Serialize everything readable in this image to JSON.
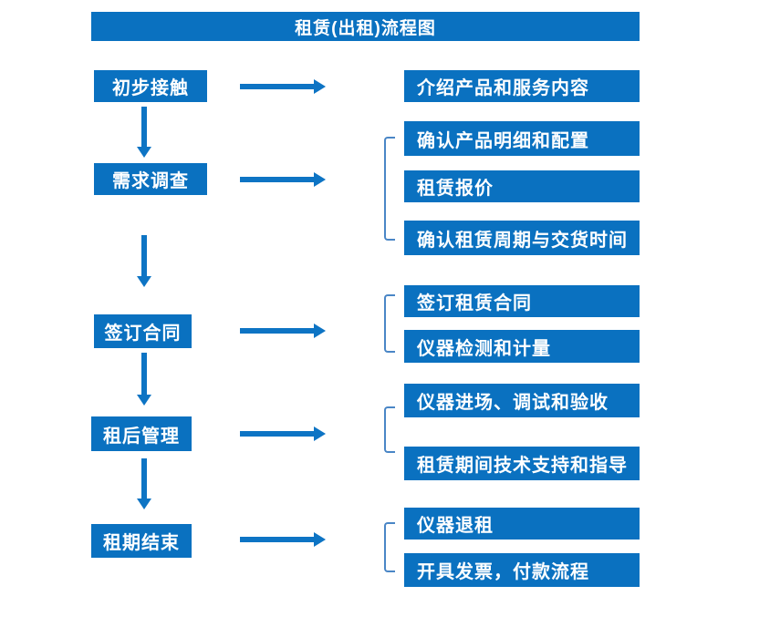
{
  "title": "租赁(出租)流程图",
  "colors": {
    "box": "#0a71c0",
    "arrow": "#0d74c4",
    "bracket": "#4a86c6",
    "text_on_box": "#ffffff"
  },
  "steps": [
    {
      "label": "初步接触",
      "details": [
        "介绍产品和服务内容"
      ]
    },
    {
      "label": "需求调查",
      "details": [
        "确认产品明细和配置",
        "租赁报价",
        "确认租赁周期与交货时间"
      ]
    },
    {
      "label": "签订合同",
      "details": [
        "签订租赁合同",
        "仪器检测和计量"
      ]
    },
    {
      "label": "租后管理",
      "details": [
        "仪器进场、调试和验收",
        "租赁期间技术支持和指导"
      ]
    },
    {
      "label": "租期结束",
      "details": [
        "仪器退租",
        "开具发票，付款流程"
      ]
    }
  ]
}
